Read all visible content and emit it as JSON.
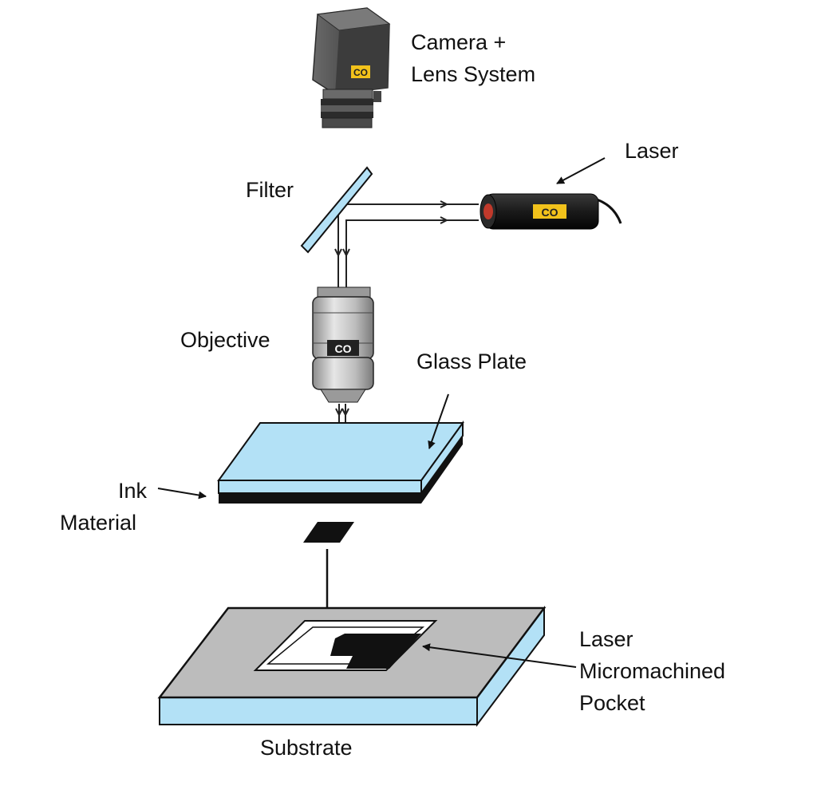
{
  "labels": {
    "camera_line1": "Camera +",
    "camera_line2": "Lens System",
    "laser": "Laser",
    "filter": "Filter",
    "objective": "Objective",
    "glass_plate": "Glass Plate",
    "ink_line1": "Ink",
    "ink_line2": "Material",
    "pocket_line1": "Laser",
    "pocket_line2": "Micromachined",
    "pocket_line3": "Pocket",
    "substrate": "Substrate"
  },
  "logo_text": "CO",
  "colors": {
    "glass": "#b3e1f6",
    "substrate_top": "#bcbcbc",
    "substrate_side": "#b3e1f6",
    "ink": "#111111",
    "camera_body": "#4a4a4a",
    "laser_body": "#1c1c1c",
    "logo": "#f2c21b",
    "objective_body": "#b9b9b9",
    "outline": "#111111"
  }
}
